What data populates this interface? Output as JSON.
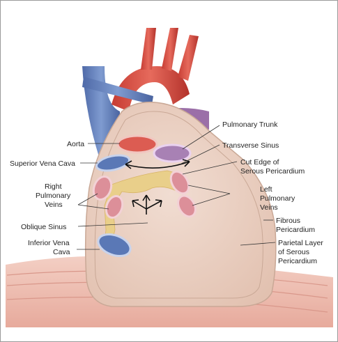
{
  "colors": {
    "aorta": "#d9534a",
    "vena_cava": "#5b79b8",
    "pericardium_fill": "#ecd2c4",
    "pericardium_edge": "#c9a896",
    "sinus_yellow": "#e9cf8a",
    "vein_pink": "#e2a0a8",
    "pulm_trunk": "#a57fb0",
    "diaphragm": "#efbfb3"
  },
  "labels": {
    "pulmonary_trunk": "Pulmonary Trunk",
    "aorta": "Aorta",
    "transverse_sinus": "Transverse Sinus",
    "superior_vena_cava": "Superior Vena Cava",
    "cut_edge_line1": "Cut Edge of",
    "cut_edge_line2": "Serous Pericardium",
    "right_pulm_line1": "Right",
    "right_pulm_line2": "Pulmonary",
    "right_pulm_line3": "Veins",
    "left_pulm_line1": "Left",
    "left_pulm_line2": "Pulmonary",
    "left_pulm_line3": "Veins",
    "oblique_sinus": "Oblique Sinus",
    "fibrous_line1": "Fibrous",
    "fibrous_line2": "Pericardium",
    "inferior_vc_line1": "Inferior Vena",
    "inferior_vc_line2": "Cava",
    "parietal_line1": "Parietal Layer",
    "parietal_line2": "of Serous",
    "parietal_line3": "Pericardium"
  }
}
